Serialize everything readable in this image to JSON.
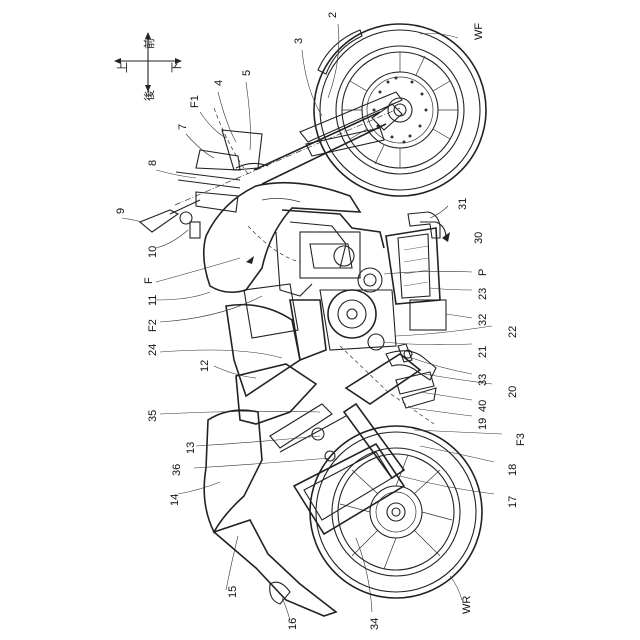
{
  "orientation": {
    "up": "上",
    "down": "下",
    "front": "前",
    "rear": "後"
  },
  "reference_numerals": [
    {
      "id": "n2",
      "text": "2"
    },
    {
      "id": "n3",
      "text": "3"
    },
    {
      "id": "nWF",
      "text": "WF"
    },
    {
      "id": "n4",
      "text": "4"
    },
    {
      "id": "n5",
      "text": "5"
    },
    {
      "id": "nF1",
      "text": "F1"
    },
    {
      "id": "n7",
      "text": "7"
    },
    {
      "id": "n8",
      "text": "8"
    },
    {
      "id": "n9",
      "text": "9"
    },
    {
      "id": "n10",
      "text": "10"
    },
    {
      "id": "n31",
      "text": "31"
    },
    {
      "id": "n30",
      "text": "30"
    },
    {
      "id": "nF",
      "text": "F"
    },
    {
      "id": "n11",
      "text": "11"
    },
    {
      "id": "nP",
      "text": "P"
    },
    {
      "id": "n23",
      "text": "23"
    },
    {
      "id": "nF2",
      "text": "F2"
    },
    {
      "id": "n32",
      "text": "32"
    },
    {
      "id": "n24",
      "text": "24"
    },
    {
      "id": "n22",
      "text": "22"
    },
    {
      "id": "n21",
      "text": "21"
    },
    {
      "id": "n12",
      "text": "12"
    },
    {
      "id": "n33",
      "text": "33"
    },
    {
      "id": "n20",
      "text": "20"
    },
    {
      "id": "n40",
      "text": "40"
    },
    {
      "id": "n35",
      "text": "35"
    },
    {
      "id": "n19",
      "text": "19"
    },
    {
      "id": "n13",
      "text": "13"
    },
    {
      "id": "nF3",
      "text": "F3"
    },
    {
      "id": "n36",
      "text": "36"
    },
    {
      "id": "n18",
      "text": "18"
    },
    {
      "id": "n14",
      "text": "14"
    },
    {
      "id": "n17",
      "text": "17"
    },
    {
      "id": "n15",
      "text": "15"
    },
    {
      "id": "nWR",
      "text": "WR"
    },
    {
      "id": "n16",
      "text": "16"
    },
    {
      "id": "n34",
      "text": "34"
    }
  ]
}
